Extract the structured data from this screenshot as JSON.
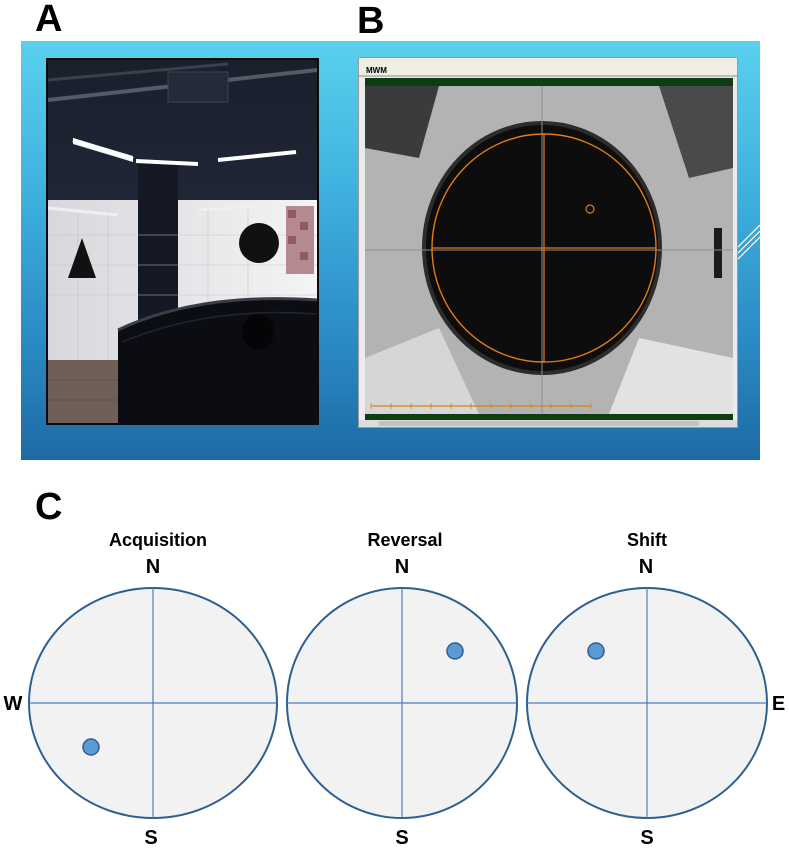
{
  "panels": {
    "a": {
      "letter": "A"
    },
    "b": {
      "letter": "B",
      "window_title": "MWM"
    },
    "c": {
      "letter": "C"
    }
  },
  "mazes": [
    {
      "title": "Acquisition",
      "north": "N",
      "south": "S",
      "west": "W",
      "platform_quadrant": "south-west"
    },
    {
      "title": "Reversal",
      "north": "N",
      "south": "S",
      "platform_quadrant": "north-east"
    },
    {
      "title": "Shift",
      "north": "N",
      "south": "S",
      "east": "E",
      "platform_quadrant": "north-west"
    }
  ],
  "colors": {
    "banner_top": "#5ad0ee",
    "banner_bottom": "#1e6aa4",
    "pool_outline": "#2d5f8f",
    "pool_fill": "#f2f2f2",
    "crosshair": "#4a7fc0",
    "platform": "#5b9bd5",
    "tracking_orange": "#e07b16"
  }
}
